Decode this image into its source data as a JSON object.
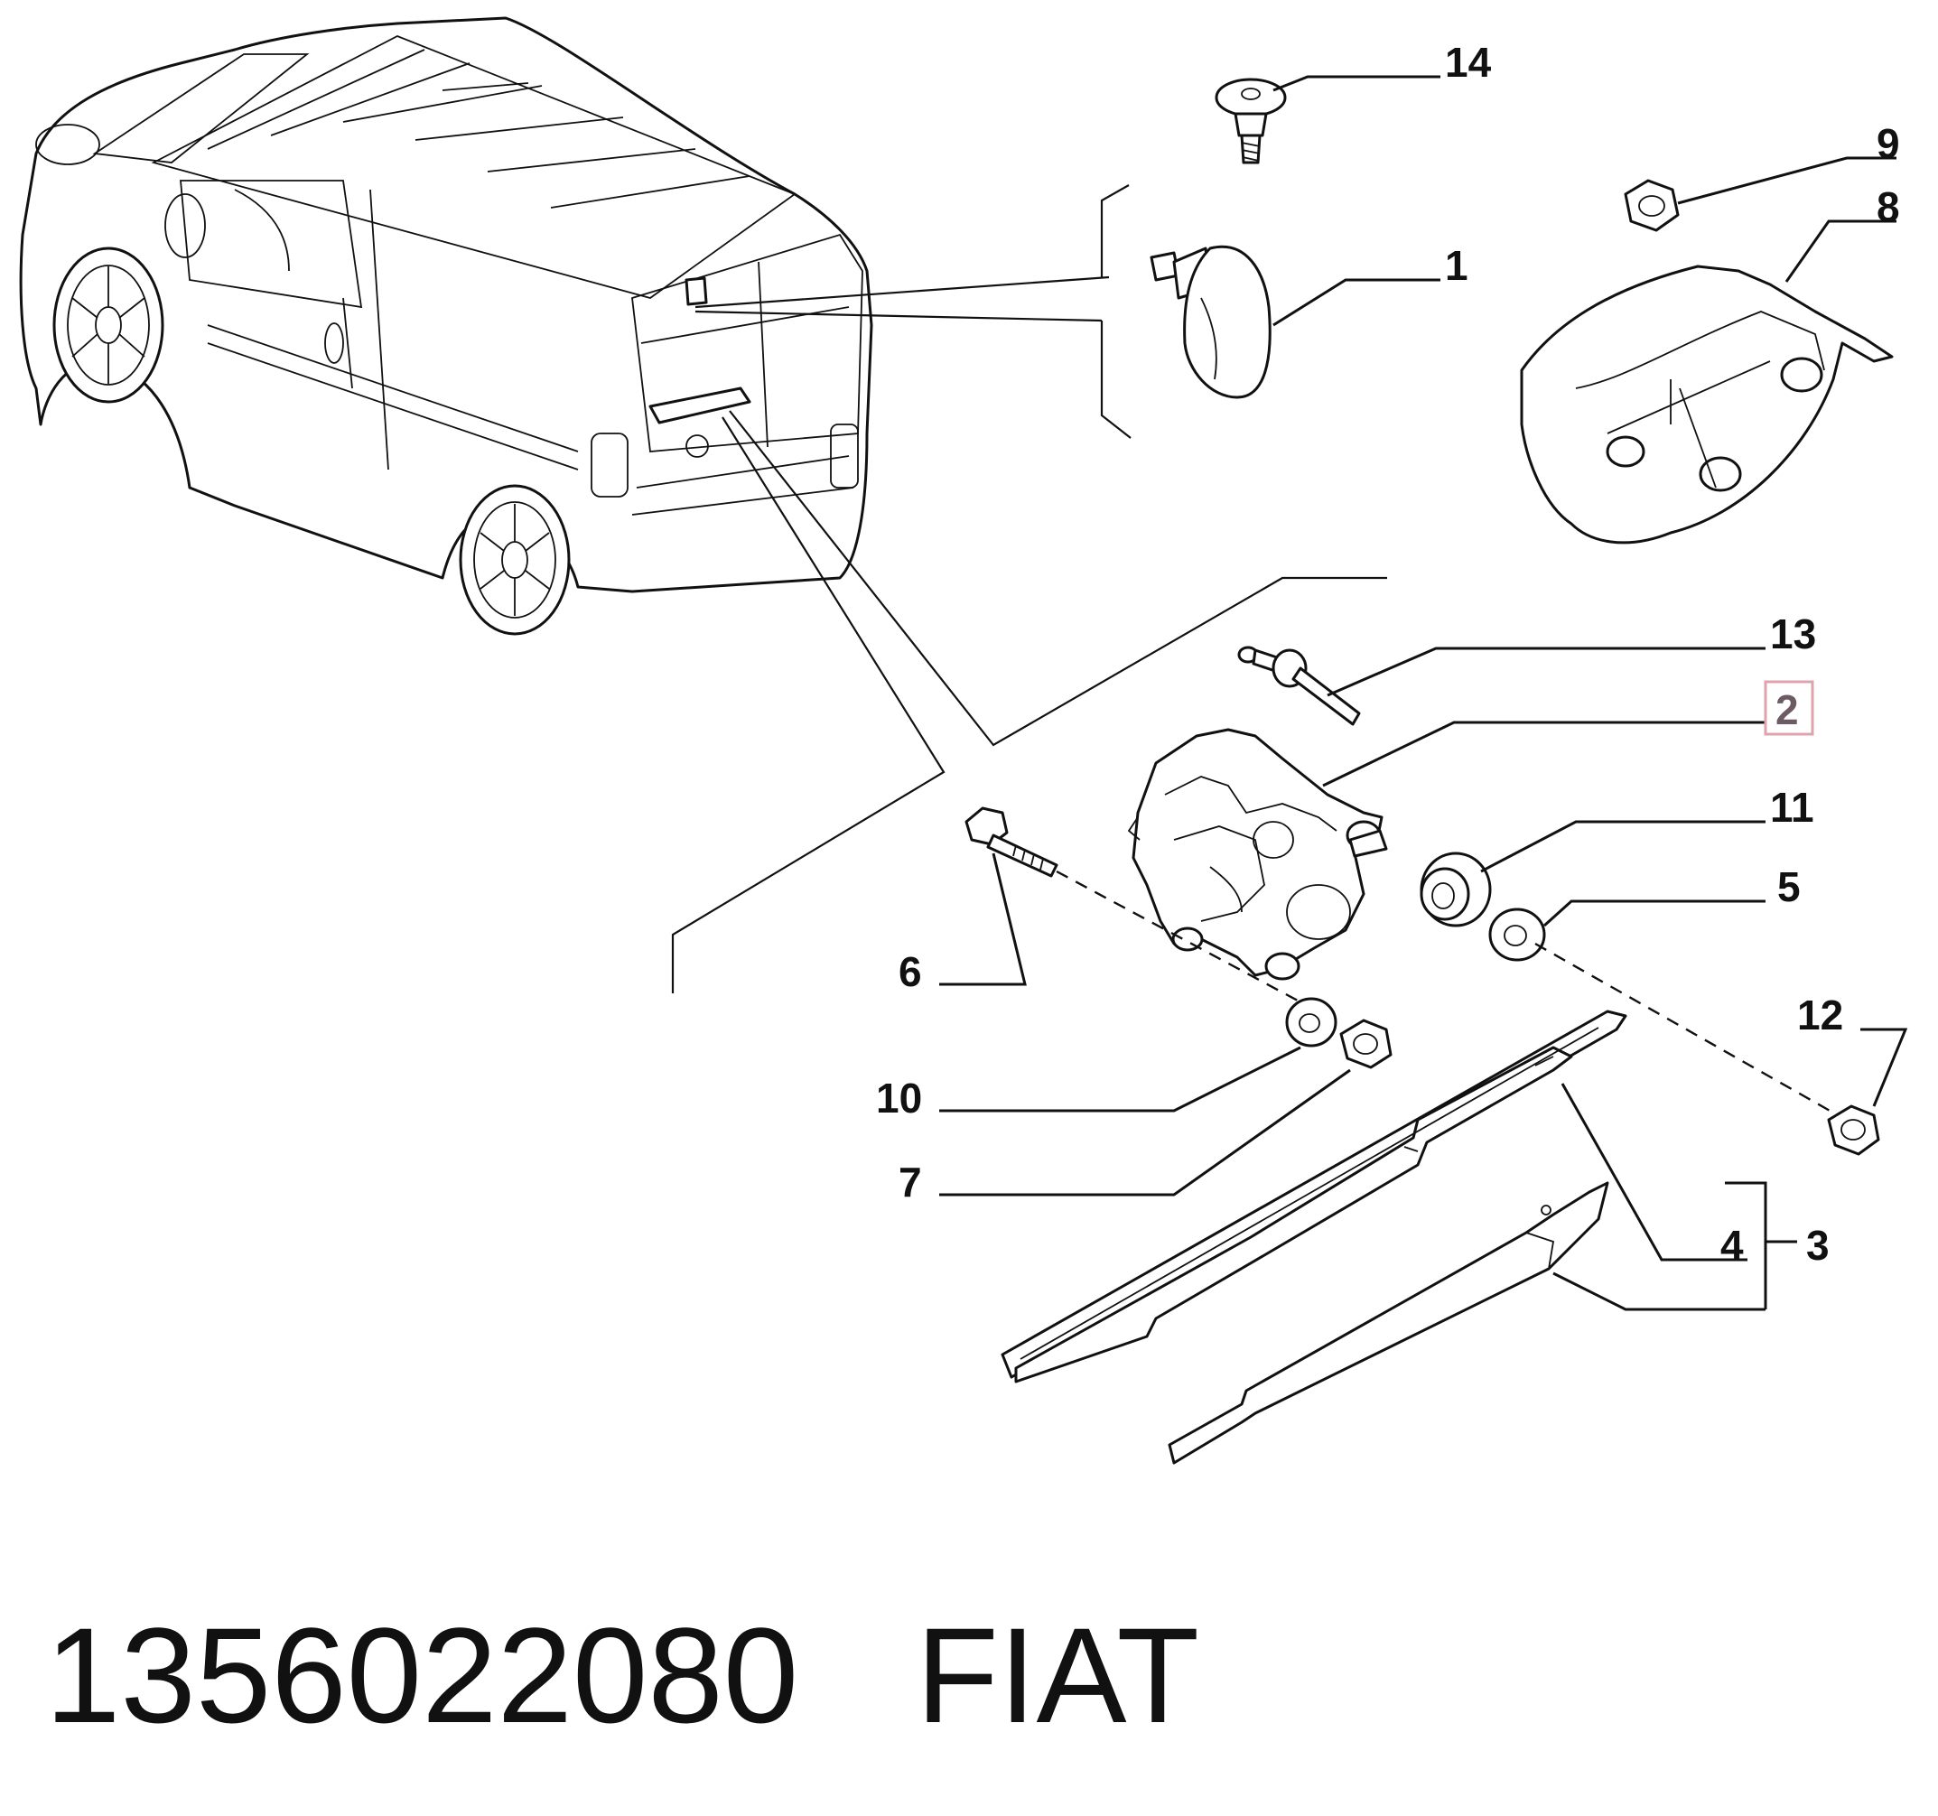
{
  "diagram": {
    "callouts": [
      {
        "id": "14",
        "label": "14"
      },
      {
        "id": "9",
        "label": "9"
      },
      {
        "id": "8",
        "label": "8"
      },
      {
        "id": "1",
        "label": "1"
      },
      {
        "id": "13",
        "label": "13"
      },
      {
        "id": "2",
        "label": "2",
        "highlighted": true
      },
      {
        "id": "11",
        "label": "11"
      },
      {
        "id": "5",
        "label": "5"
      },
      {
        "id": "6",
        "label": "6"
      },
      {
        "id": "12",
        "label": "12"
      },
      {
        "id": "10",
        "label": "10"
      },
      {
        "id": "7",
        "label": "7"
      },
      {
        "id": "4",
        "label": "4"
      },
      {
        "id": "3",
        "label": "3"
      }
    ],
    "highlight_color": "#e0a3ad"
  },
  "footer": {
    "part_number": "1356022080",
    "brand": "FIAT"
  }
}
